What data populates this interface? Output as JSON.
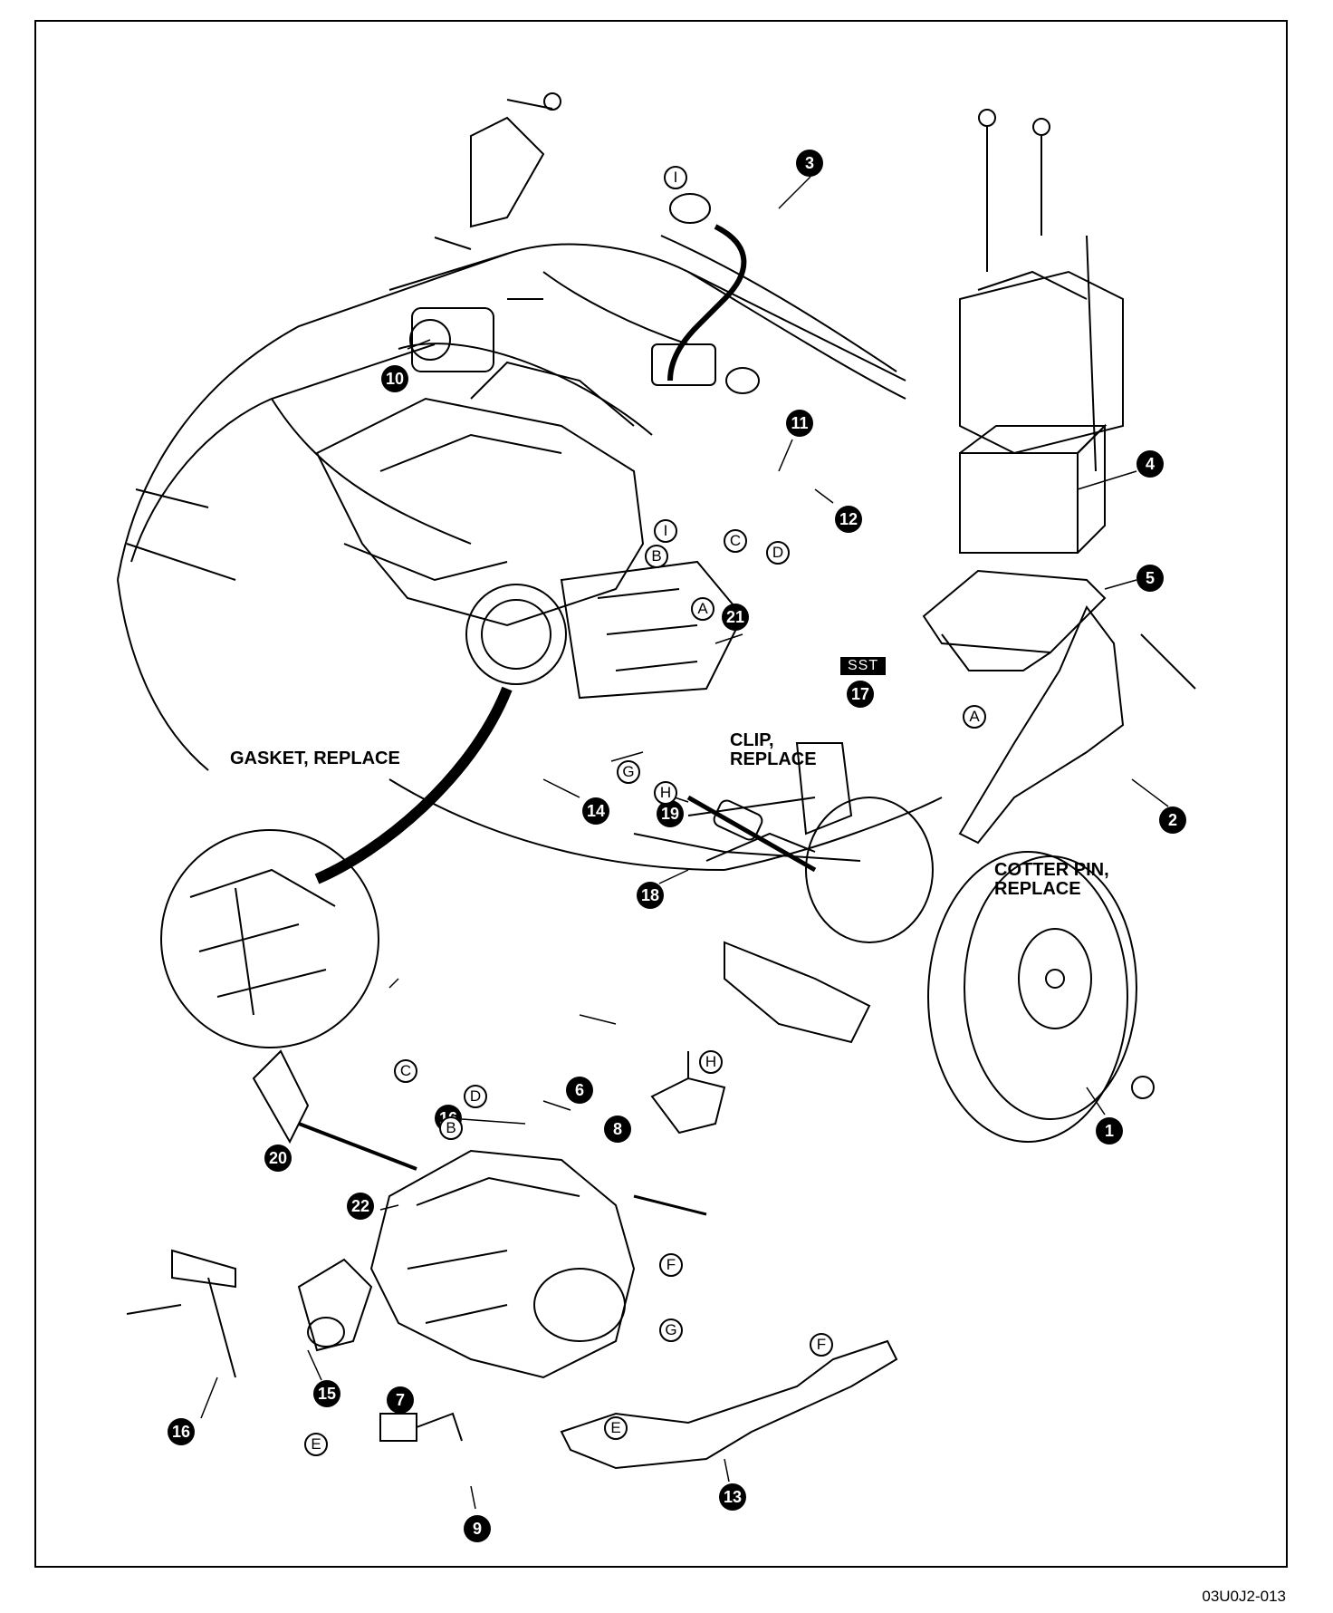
{
  "figure_code": "03U0J2-013",
  "sst_tag": "SST",
  "notes": {
    "gasket": "GASKET, REPLACE",
    "clip": "CLIP,\nREPLACE",
    "cotter": "COTTER PIN,\nREPLACE"
  },
  "number_labels": [
    "1",
    "2",
    "3",
    "4",
    "5",
    "6",
    "7",
    "8",
    "9",
    "10",
    "11",
    "12",
    "13",
    "14",
    "15",
    "16",
    "16",
    "17",
    "18",
    "19",
    "20",
    "21",
    "22"
  ],
  "letter_labels": [
    "I",
    "I",
    "B",
    "A",
    "A",
    "C",
    "D",
    "G",
    "H",
    "H",
    "C",
    "D",
    "B",
    "F",
    "G",
    "E",
    "F",
    "E"
  ]
}
